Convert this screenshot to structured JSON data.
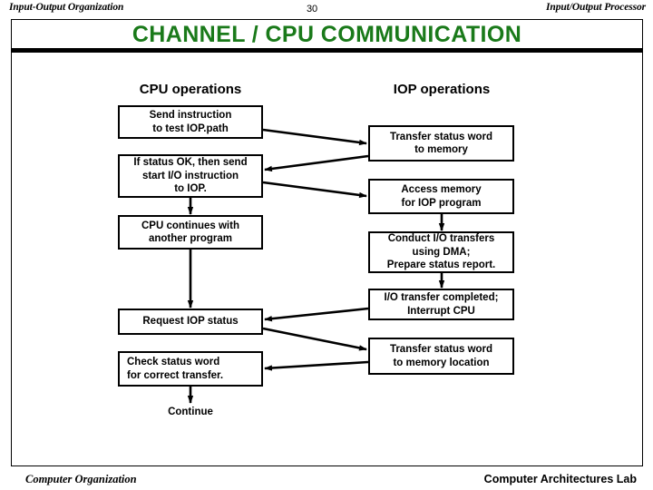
{
  "header": {
    "left": "Input-Output Organization",
    "page_number": "30",
    "right": "Input/Output Processor"
  },
  "slide": {
    "title": "CHANNEL / CPU  COMMUNICATION",
    "title_color": "#1a7a1a"
  },
  "columns": {
    "cpu_heading": "CPU operations",
    "iop_heading": "IOP operations"
  },
  "cpu_steps": [
    {
      "id": "send-instruction",
      "text": "Send instruction\nto test IOP.path"
    },
    {
      "id": "if-status-ok",
      "text": "If status OK, then send\nstart I/O instruction\nto IOP."
    },
    {
      "id": "cpu-continues",
      "text": "CPU continues with\nanother program"
    },
    {
      "id": "request-iop-status",
      "text": "Request IOP status"
    },
    {
      "id": "check-status-word",
      "text": "Check status word\nfor correct transfer."
    }
  ],
  "iop_steps": [
    {
      "id": "transfer-status-word-memory",
      "text": "Transfer status word\nto memory"
    },
    {
      "id": "access-memory",
      "text": "Access memory\nfor IOP program"
    },
    {
      "id": "conduct-io-transfers",
      "text": "Conduct I/O transfers\nusing DMA;\nPrepare status report."
    },
    {
      "id": "io-transfer-completed",
      "text": "I/O transfer completed;\nInterrupt CPU"
    },
    {
      "id": "transfer-status-word-location",
      "text": "Transfer status word\nto memory location"
    }
  ],
  "continue_label": "Continue",
  "footer": {
    "left": "Computer Organization",
    "right": "Computer Architectures Lab"
  }
}
